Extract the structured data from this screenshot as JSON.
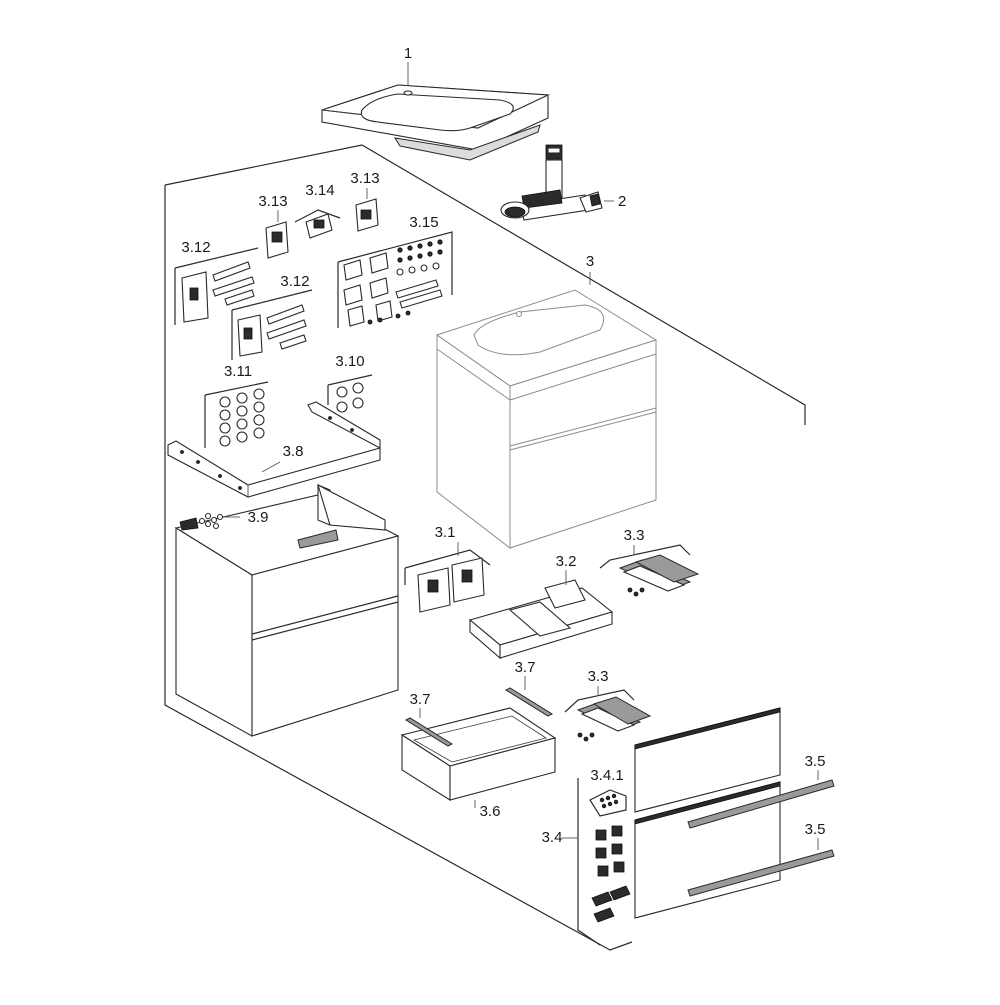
{
  "callouts": {
    "washbasin": "1",
    "siphon": "2",
    "complete_unit": "3",
    "brackets": "3.1",
    "drawer_insert": "3.2",
    "runners_top": "3.3",
    "runners_bottom": "3.3",
    "fronts": "3.4",
    "front_clips": "3.4.1",
    "handle_top": "3.5",
    "handle_bottom": "3.5",
    "drawer_box": "3.6",
    "rail_left": "3.7",
    "rail_right": "3.7",
    "frame": "3.8",
    "screws_small": "3.9",
    "caps_small": "3.10",
    "caps_large": "3.11",
    "wall_bracket_a": "3.12",
    "wall_bracket_b": "3.12",
    "hinge_a": "3.13",
    "hinge_b": "3.13",
    "hinge_plate": "3.14",
    "fixing_kit": "3.15"
  }
}
